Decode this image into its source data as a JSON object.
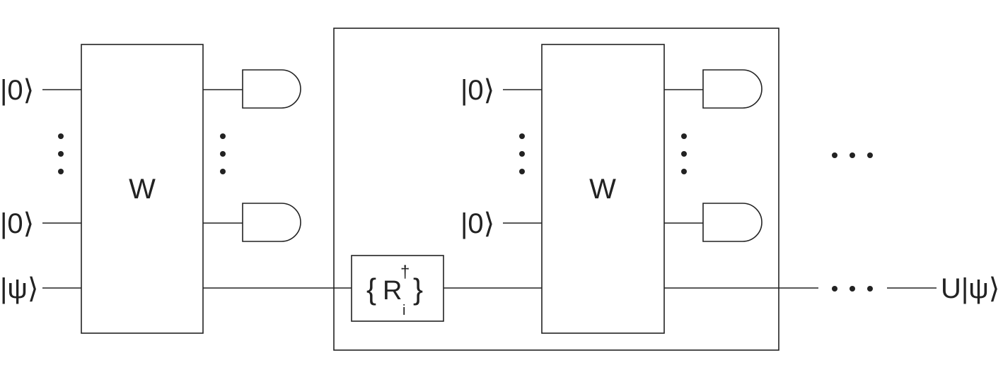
{
  "inputs": {
    "ket_zero": "|0⟩",
    "ket_psi": "|ψ⟩"
  },
  "gates": {
    "w_label": "W",
    "correction": {
      "open": "{",
      "symbol": "R",
      "superscript": "†",
      "subscript": "i",
      "close": "}"
    }
  },
  "output": {
    "result": "U|ψ⟩"
  }
}
